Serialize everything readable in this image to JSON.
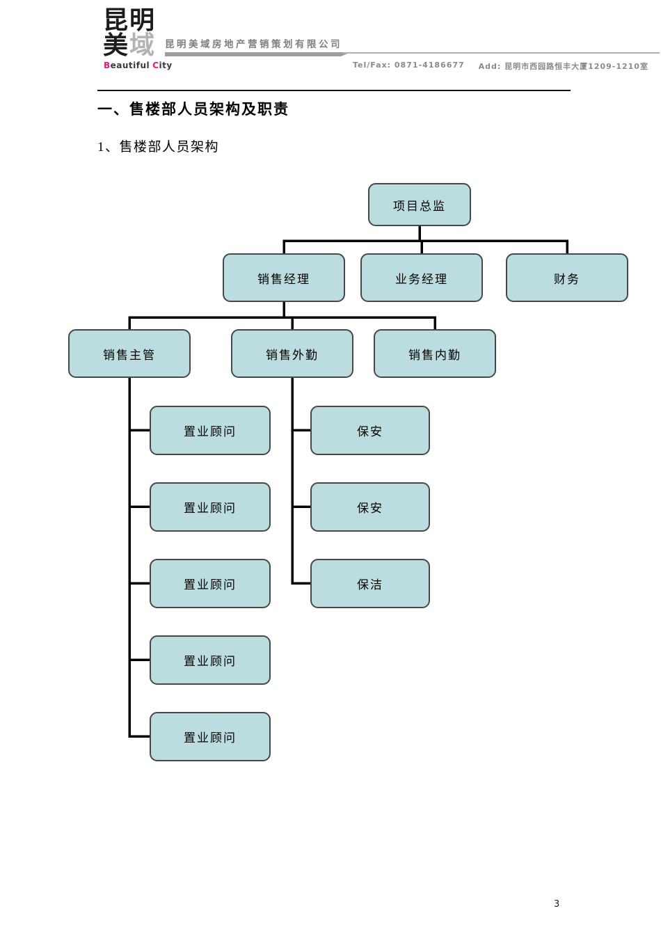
{
  "header": {
    "logo": {
      "row1": "昆明",
      "row2_black": "美",
      "row2_gray": "域",
      "tagline_b": "B",
      "tagline_eautiful": "eautiful",
      "tagline_c": "C",
      "tagline_ity": "ity"
    },
    "company_name": "昆明美域房地产营销策划有限公司",
    "contact": {
      "tel_fax": "Tel/Fax: 0871-4186677",
      "address": "Add: 昆明市西园路恒丰大厦1209-1210室"
    }
  },
  "body": {
    "section_title": "一、售楼部人员架构及职责",
    "subsection_title": "1、售楼部人员架构"
  },
  "org_chart": {
    "type": "org-chart",
    "node_fill": "#bcdde0",
    "node_border": "#474747",
    "connector_color": "#000000",
    "nodes": [
      {
        "label": "项目总监",
        "parent": null
      },
      {
        "label": "销售经理",
        "parent": "项目总监"
      },
      {
        "label": "业务经理",
        "parent": "项目总监"
      },
      {
        "label": "财务",
        "parent": "项目总监"
      },
      {
        "label": "销售主管",
        "parent": "销售经理"
      },
      {
        "label": "销售外勤",
        "parent": "销售经理"
      },
      {
        "label": "销售内勤",
        "parent": "销售经理"
      },
      {
        "label": "置业顾问",
        "parent": "销售主管"
      },
      {
        "label": "置业顾问",
        "parent": "销售主管"
      },
      {
        "label": "置业顾问",
        "parent": "销售主管"
      },
      {
        "label": "置业顾问",
        "parent": "销售主管"
      },
      {
        "label": "置业顾问",
        "parent": "销售主管"
      },
      {
        "label": "保安",
        "parent": "销售外勤"
      },
      {
        "label": "保安",
        "parent": "销售外勤"
      },
      {
        "label": "保洁",
        "parent": "销售外勤"
      }
    ]
  },
  "footer": {
    "page_number": "3"
  },
  "colors": {
    "logo_accent": "#e0187f",
    "logo_secondary_gray": "#b3b3b3",
    "header_text_gray": "#8a8a8a",
    "node_fill": "#bcdde0"
  }
}
